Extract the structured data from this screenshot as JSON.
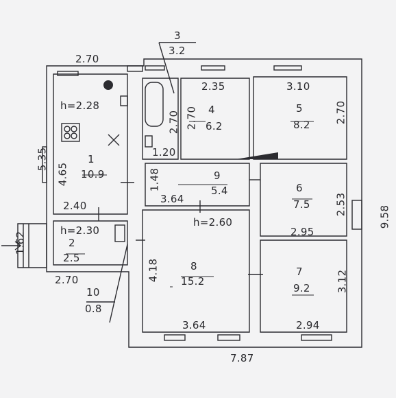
{
  "colors": {
    "paper": "#f3f3f4",
    "ink": "#2b2b30"
  },
  "rooms": [
    {
      "id": "1",
      "area": "10.9",
      "height": "h=2.28"
    },
    {
      "id": "2",
      "area": "2.5",
      "height": "h=2.30"
    },
    {
      "id": "3",
      "area": "3.2"
    },
    {
      "id": "4",
      "area": "6.2"
    },
    {
      "id": "5",
      "area": "8.2"
    },
    {
      "id": "6",
      "area": "7.5"
    },
    {
      "id": "7",
      "area": "9.2"
    },
    {
      "id": "8",
      "area": "15.2"
    },
    {
      "id": "9",
      "area": "5.4"
    },
    {
      "id": "10",
      "area": "0.8"
    }
  ],
  "main_height": "h=2.60",
  "dims": {
    "top_left": "2.70",
    "room1_left": "4.65",
    "outer_left": "5.35",
    "room1_bottom": "2.40",
    "room2_side": "1.62",
    "porch_bottom": "2.70",
    "room3_width": "2.35",
    "room3_height": "2.70",
    "room3_inner": "1.20",
    "room4_height": "2.70",
    "room5_width": "3.10",
    "room5_height": "2.70",
    "room9_height": "1.48",
    "room9_width": "3.64",
    "room6_height": "2.53",
    "room6_width": "2.95",
    "room8_height": "4.18",
    "room8_width": "3.64",
    "room7_height": "3.12",
    "room7_width": "2.94",
    "total_right": "9.58",
    "total_bottom": "7.87"
  }
}
